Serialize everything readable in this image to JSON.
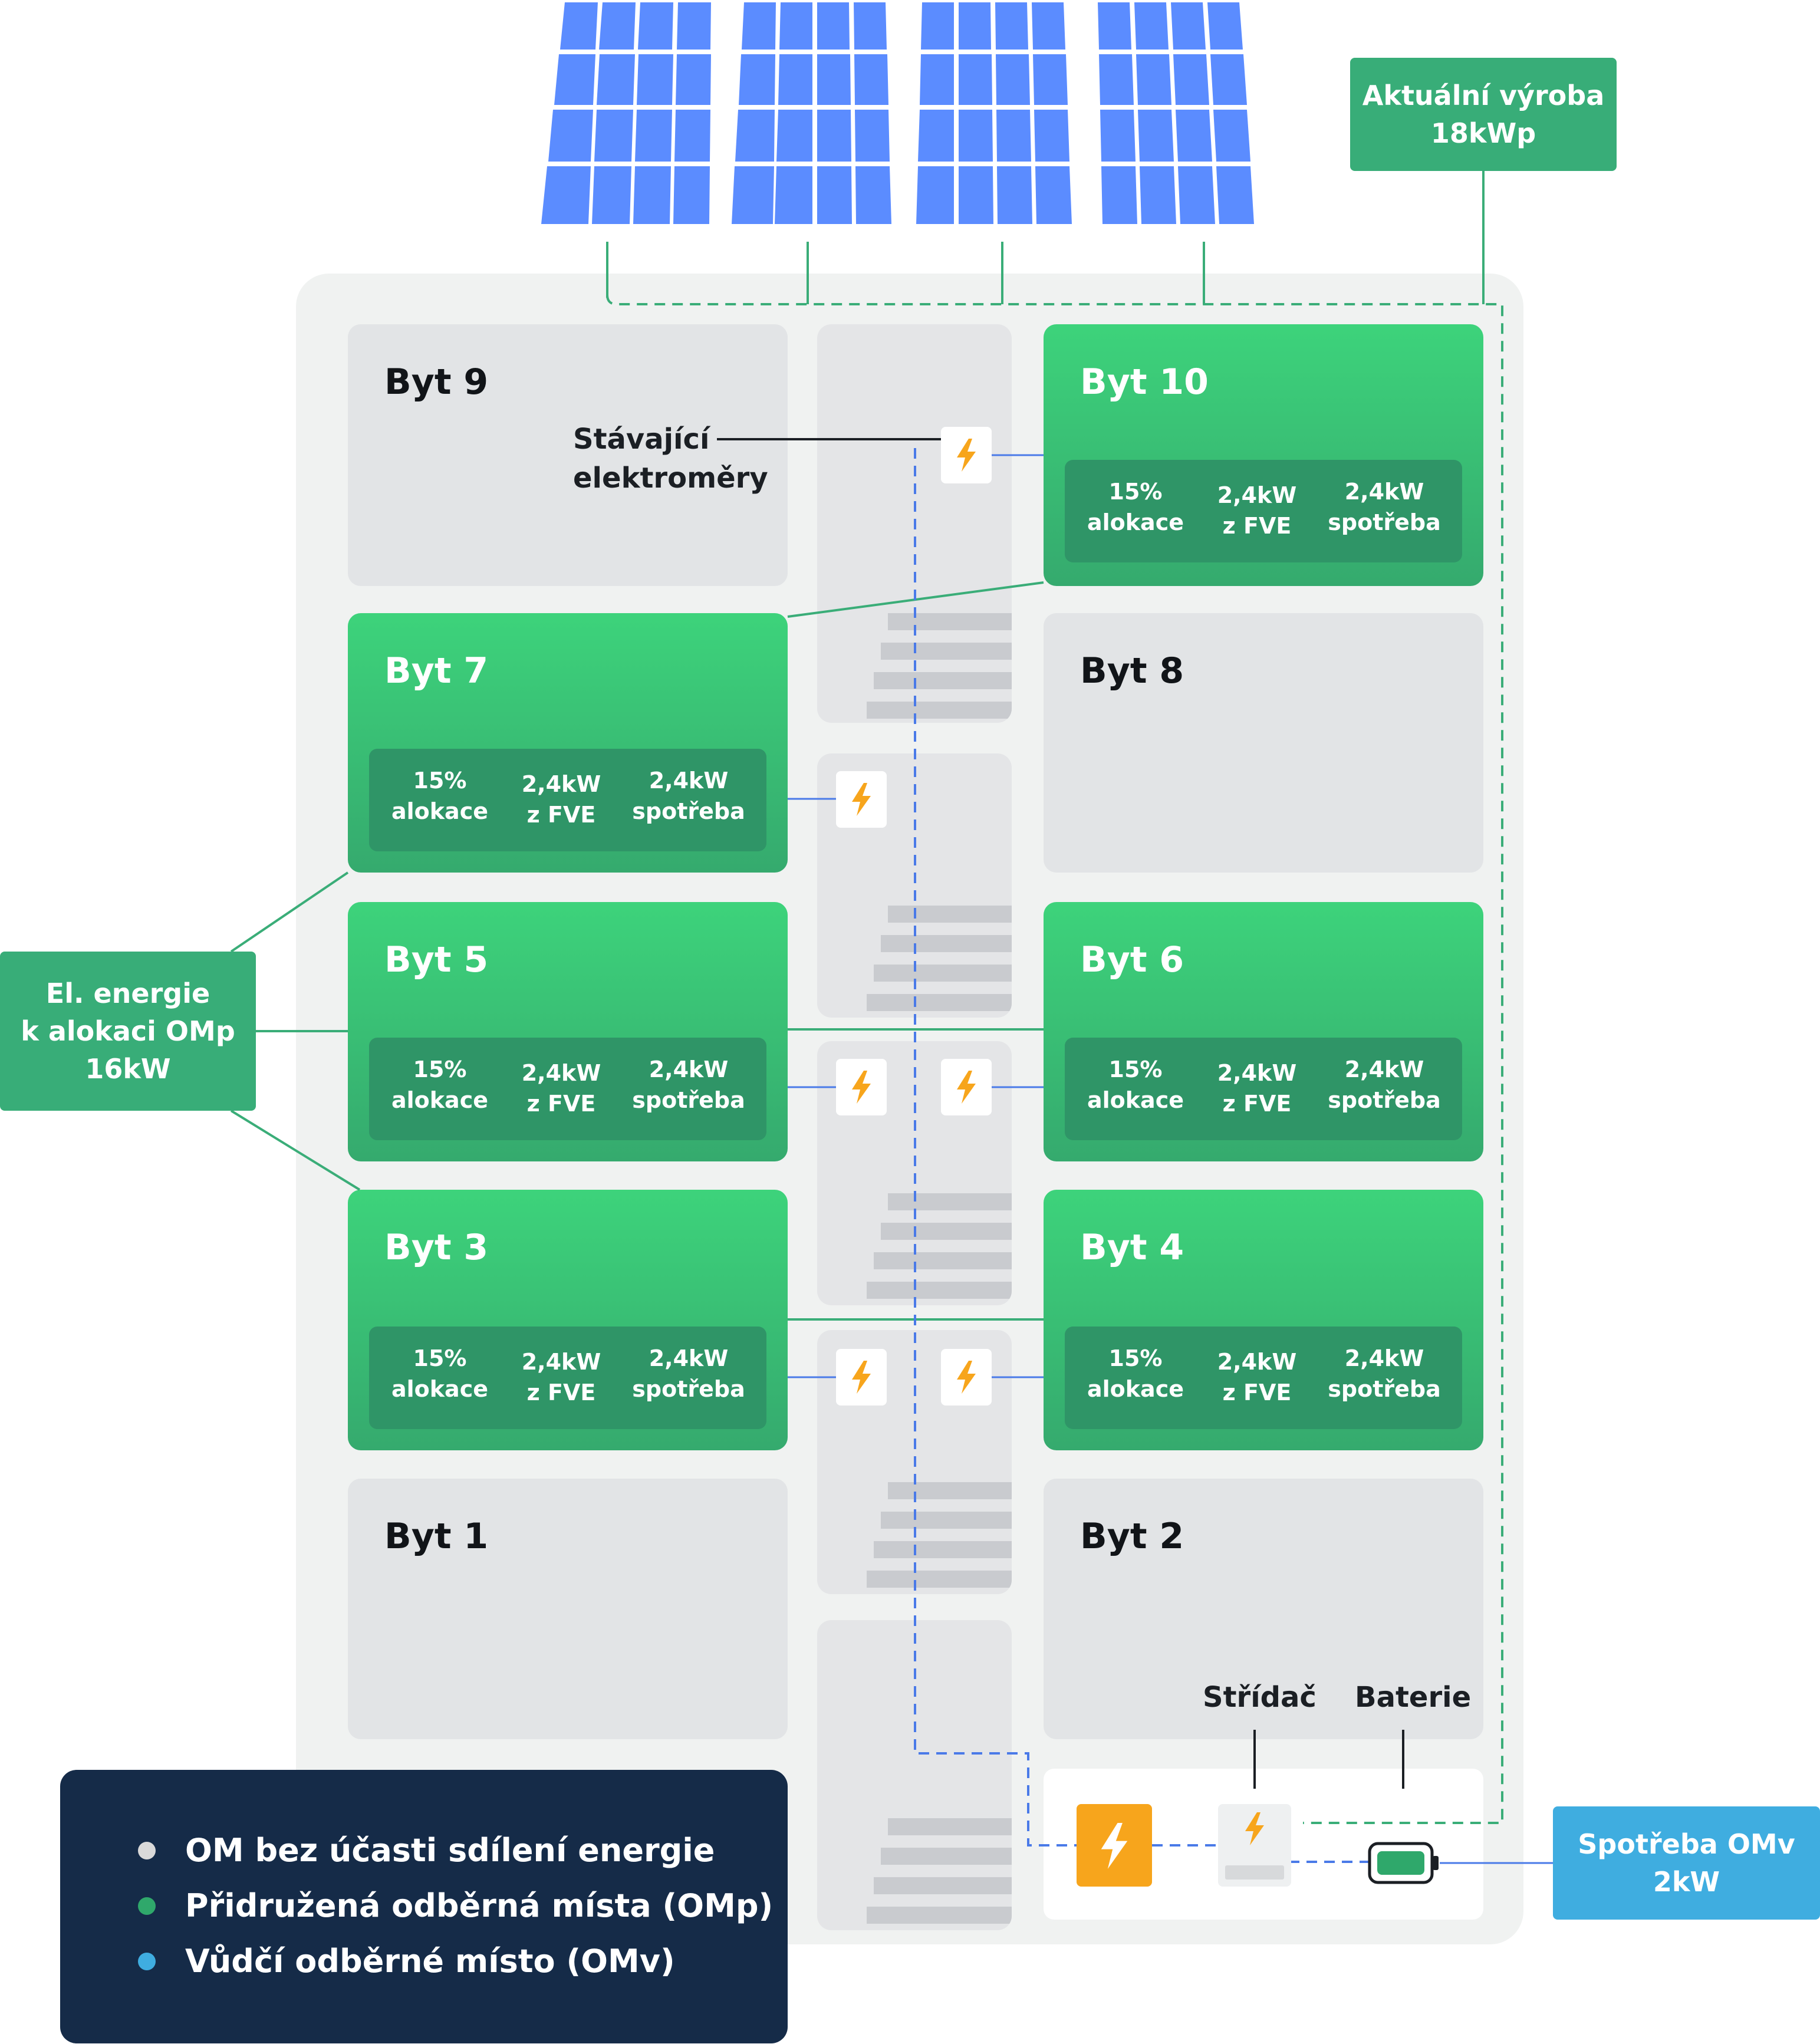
{
  "colors": {
    "panel_blue": "#5b8cff",
    "green_light": "#3dd37b",
    "green_dark": "#35aa6e",
    "stat_bar": "#2f9567",
    "callout_green": "#38ad78",
    "callout_blue": "#3fade0",
    "grey_room": "#e2e4e6",
    "building": "#f0f2f1",
    "legend_bg": "#152b48",
    "bolt": "#f7a51c",
    "dashed_blue": "#4a7ae8",
    "dashed_green": "#3aad78",
    "dot_grey": "#d9d9d9",
    "dot_green": "#2fa86b",
    "dot_blue": "#3fade0"
  },
  "callouts": {
    "production": "Aktuální výroba\n18kWp",
    "allocation": "El. energie\nk alokaci OMp\n16kW",
    "consumption": "Spotřeba OMv\n2kW"
  },
  "labels": {
    "meters": "Stávající\nelektroměry",
    "inverter": "Střídač",
    "battery": "Baterie"
  },
  "apartments": {
    "a1": {
      "name": "Byt 1"
    },
    "a2": {
      "name": "Byt 2"
    },
    "a3": {
      "name": "Byt 3",
      "share": "15%\nalokace",
      "from_pv": "2,4kW\nz FVE",
      "consumption": "2,4kW\nspotřeba"
    },
    "a4": {
      "name": "Byt 4",
      "share": "15%\nalokace",
      "from_pv": "2,4kW\nz FVE",
      "consumption": "2,4kW\nspotřeba"
    },
    "a5": {
      "name": "Byt 5",
      "share": "15%\nalokace",
      "from_pv": "2,4kW\nz FVE",
      "consumption": "2,4kW\nspotřeba"
    },
    "a6": {
      "name": "Byt 6",
      "share": "15%\nalokace",
      "from_pv": "2,4kW\nz FVE",
      "consumption": "2,4kW\nspotřeba"
    },
    "a7": {
      "name": "Byt 7",
      "share": "15%\nalokace",
      "from_pv": "2,4kW\nz FVE",
      "consumption": "2,4kW\nspotřeba"
    },
    "a8": {
      "name": "Byt 8"
    },
    "a9": {
      "name": "Byt 9"
    },
    "a10": {
      "name": "Byt 10",
      "share": "15%\nalokace",
      "from_pv": "2,4kW\nz FVE",
      "consumption": "2,4kW\nspotřeba"
    }
  },
  "legend": [
    {
      "label": "OM bez účasti sdílení energie",
      "color": "#d9d9d9"
    },
    {
      "label": "Přidružená odběrná místa (OMp)",
      "color": "#2fa86b"
    },
    {
      "label": "Vůdčí odběrné místo (OMv)",
      "color": "#3fade0"
    }
  ]
}
